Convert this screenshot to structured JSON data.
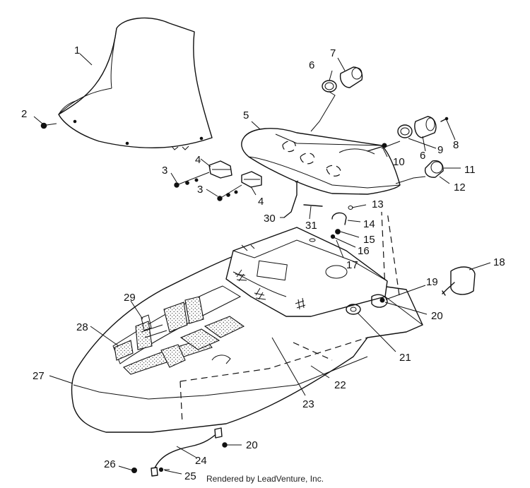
{
  "callouts": {
    "c1": "1",
    "c2": "2",
    "c3a": "3",
    "c3b": "3",
    "c4a": "4",
    "c4b": "4",
    "c5": "5",
    "c6a": "6",
    "c6b": "6",
    "c7": "7",
    "c8": "8",
    "c9": "9",
    "c10": "10",
    "c11": "11",
    "c12": "12",
    "c13": "13",
    "c14": "14",
    "c15": "15",
    "c16": "16",
    "c17": "17",
    "c18": "18",
    "c19": "19",
    "c20a": "20",
    "c20b": "20",
    "c21": "21",
    "c22": "22",
    "c23": "23",
    "c24": "24",
    "c25": "25",
    "c26": "26",
    "c27": "27",
    "c28": "28",
    "c29": "29",
    "c30": "30",
    "c31": "31"
  },
  "credit": "Rendered by LeadVenture, Inc."
}
